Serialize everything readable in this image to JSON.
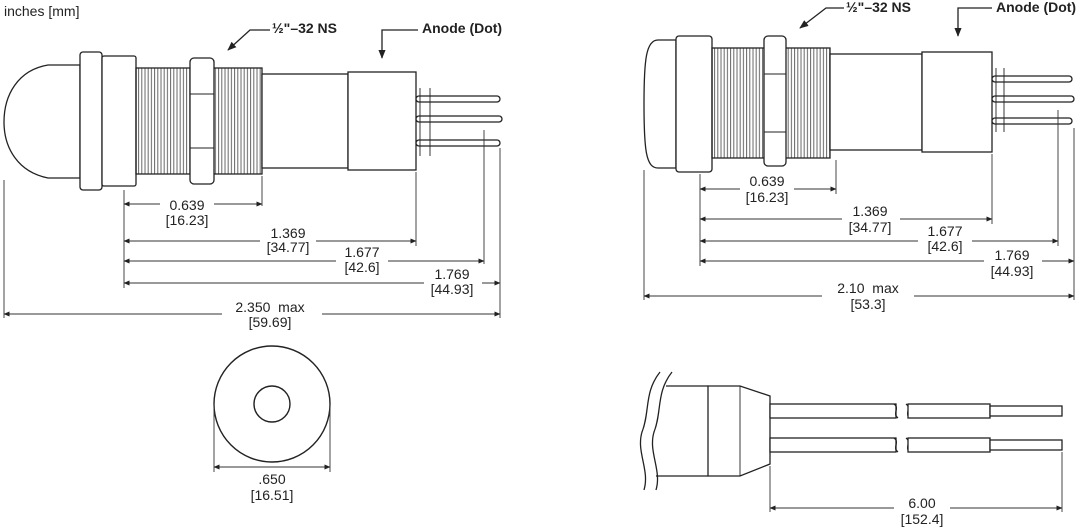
{
  "units_label": "inches [mm]",
  "callouts": {
    "thread": "½\"–32 NS",
    "anode": "Anode (Dot)"
  },
  "dome_lamp": {
    "dimensions": [
      {
        "inches": "0.639",
        "mm": "[16.23]"
      },
      {
        "inches": "1.369",
        "mm": "[34.77]"
      },
      {
        "inches": "1.677",
        "mm": "[42.6]"
      },
      {
        "inches": "1.769",
        "mm": "[44.93]"
      },
      {
        "inches": "2.350  max",
        "mm": "[59.69]"
      }
    ]
  },
  "flat_lamp": {
    "dimensions": [
      {
        "inches": "0.639",
        "mm": "[16.23]"
      },
      {
        "inches": "1.369",
        "mm": "[34.77]"
      },
      {
        "inches": "1.677",
        "mm": "[42.6]"
      },
      {
        "inches": "1.769",
        "mm": "[44.93]"
      },
      {
        "inches": "2.10  max",
        "mm": "[53.3]"
      }
    ]
  },
  "end_view": {
    "inches": ".650",
    "mm": "[16.51]"
  },
  "wire_lead": {
    "inches": "6.00",
    "mm": "[152.4]"
  }
}
